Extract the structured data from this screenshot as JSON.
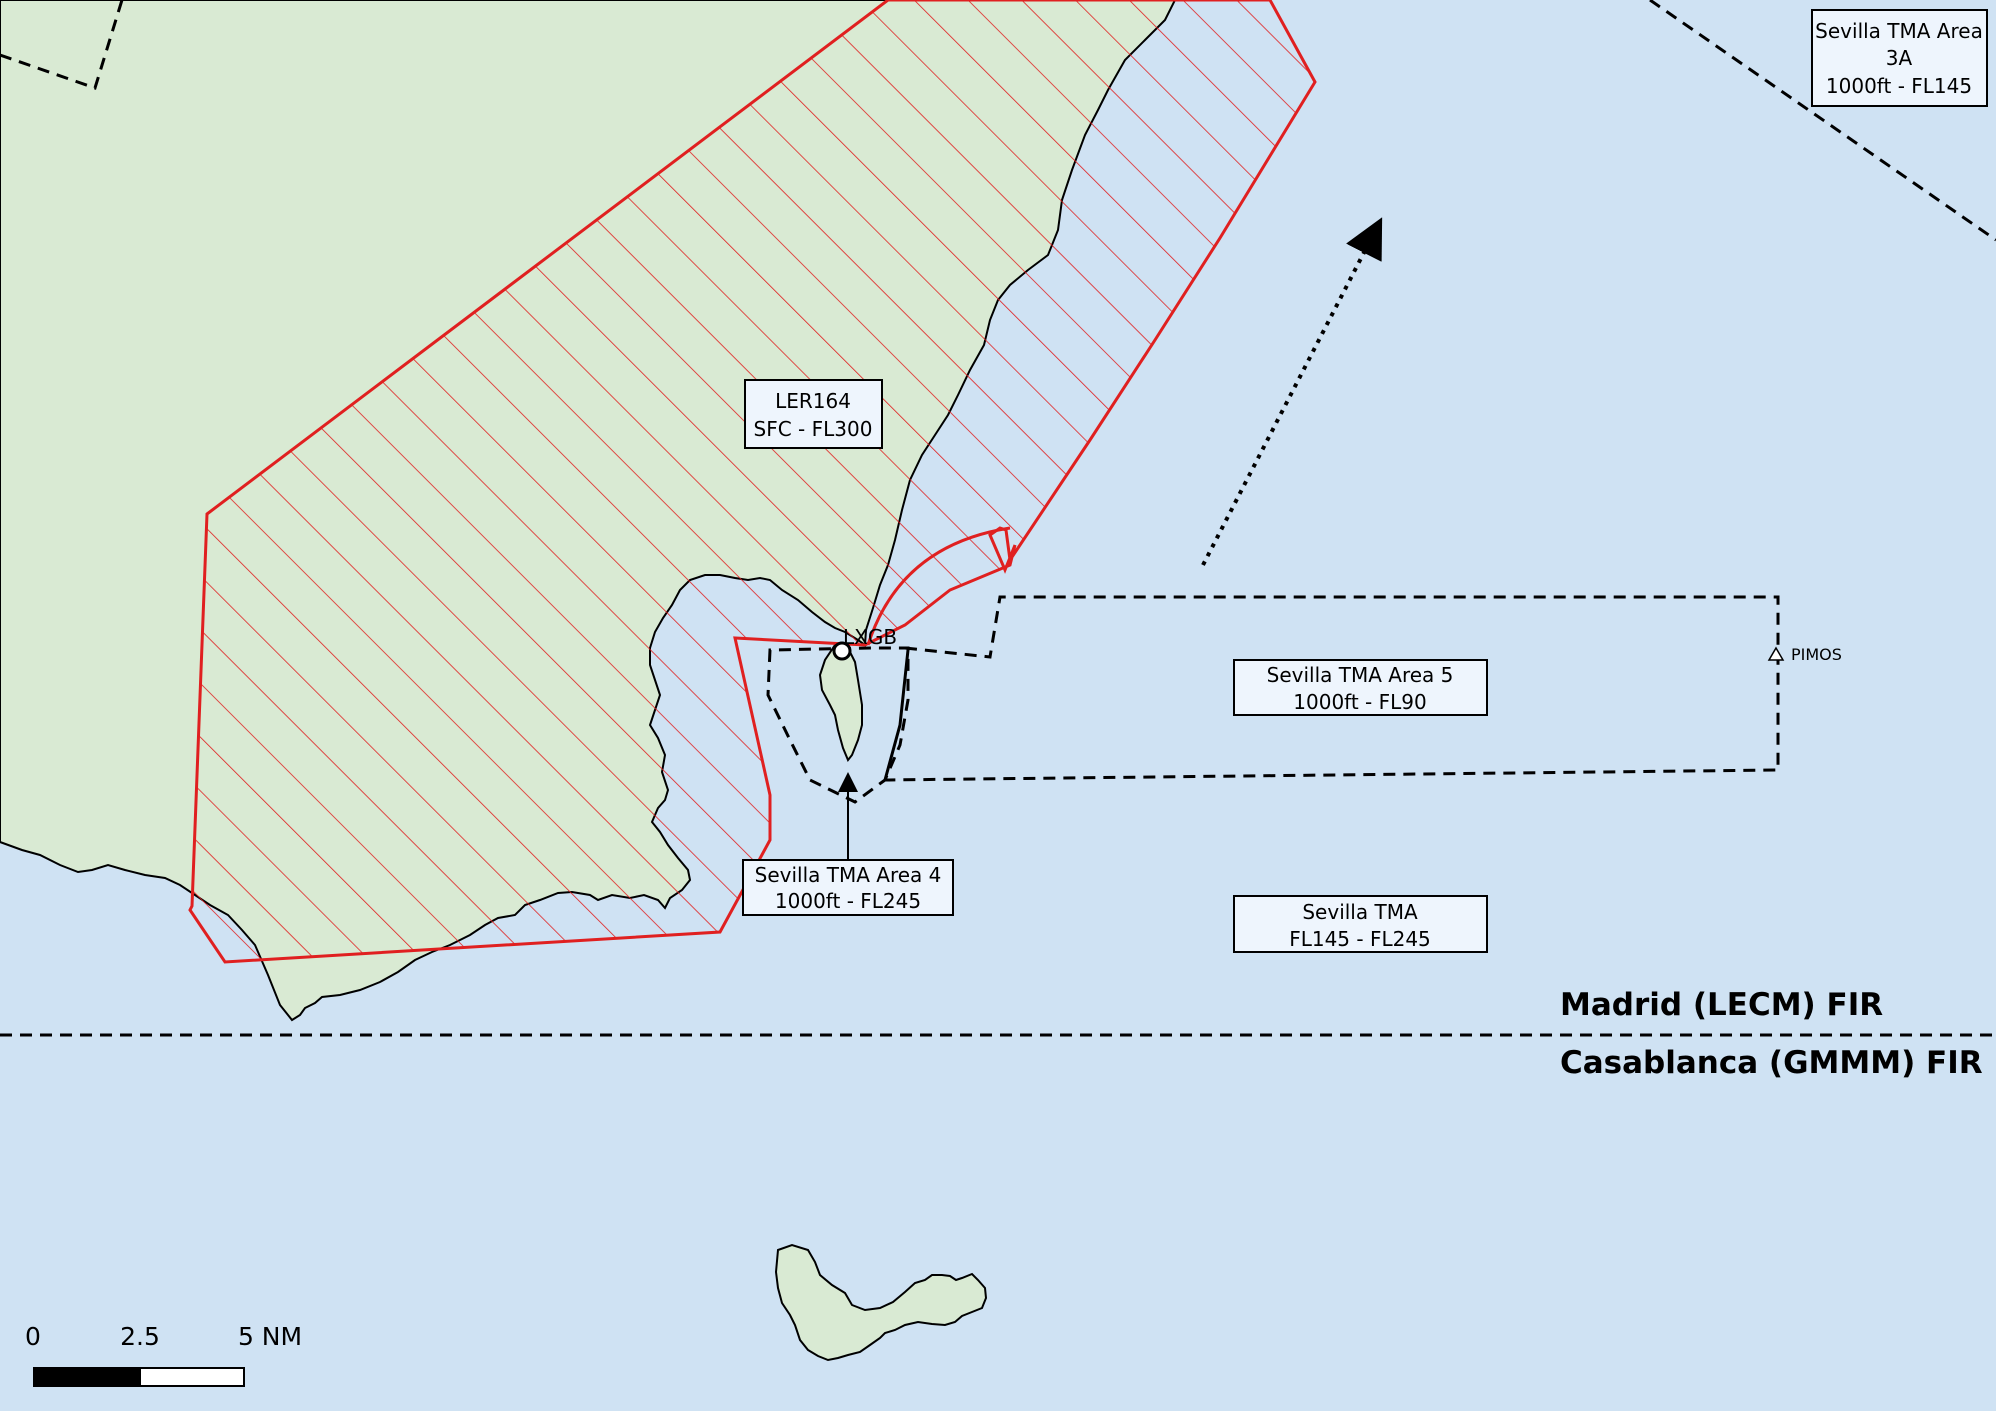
{
  "colors": {
    "sea": "#cfe2f3",
    "land": "#d9ead3",
    "restricted": "#e02020",
    "boundary": "#000000"
  },
  "labels": {
    "ler164_name": "LER164",
    "ler164_limits": "SFC - FL300",
    "area3a_line1": "Sevilla TMA Area",
    "area3a_line2": "3A",
    "area3a_limits": "1000ft - FL145",
    "area5_name": "Sevilla TMA Area 5",
    "area5_limits": "1000ft - FL90",
    "area4_name": "Sevilla TMA Area 4",
    "area4_limits": "1000ft - FL245",
    "tma_name": "Sevilla TMA",
    "tma_limits": "FL145 - FL245",
    "airport": "LXGB",
    "waypoint": "PIMOS"
  },
  "fir": {
    "madrid": "Madrid (LECM) FIR",
    "casablanca": "Casablanca (GMMM) FIR"
  },
  "scale_bar": {
    "ticks": [
      "0",
      "2.5",
      "5 NM"
    ]
  },
  "icons": {
    "airport": "airport-circle-icon",
    "waypoint": "triangle-waypoint-icon",
    "direction": "dotted-arrow-icon"
  }
}
